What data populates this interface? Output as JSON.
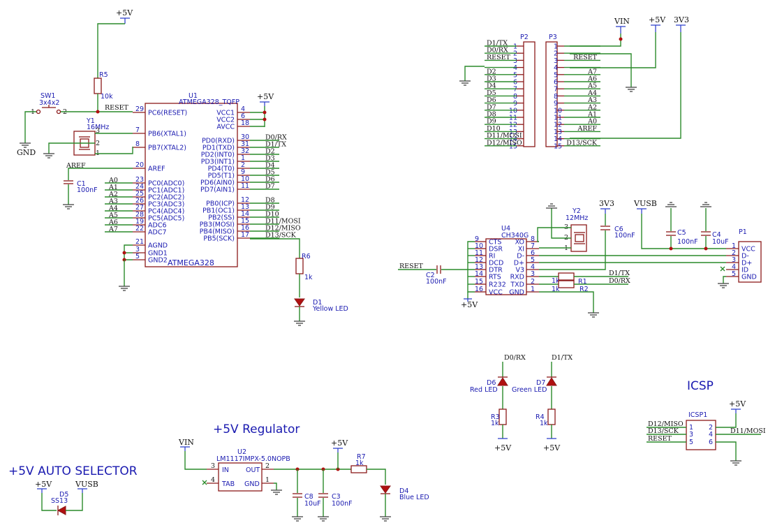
{
  "titles": {
    "auto_selector": "+5V AUTO SELECTOR",
    "regulator": "+5V Regulator",
    "icsp": "ICSP"
  },
  "power": {
    "p5v": "+5V",
    "vin": "VIN",
    "v3v3": "3V3",
    "vusb": "VUSB",
    "gnd": "GND"
  },
  "u1": {
    "ref": "U1",
    "value": "ATMEGA328_TQFP",
    "name": "ATMEGA328",
    "left_pins": [
      {
        "name": "PC6(RESET)",
        "num": "29"
      },
      {
        "name": "PB6(XTAL1)",
        "num": "7"
      },
      {
        "name": "PB7(XTAL2)",
        "num": "8"
      },
      {
        "name": "AREF",
        "num": "20"
      },
      {
        "name": "PC0(ADC0)",
        "num": "23"
      },
      {
        "name": "PC1(ADC1)",
        "num": "24"
      },
      {
        "name": "PC2(ADC2)",
        "num": "25"
      },
      {
        "name": "PC3(ADC3)",
        "num": "26"
      },
      {
        "name": "PC4(ADC4)",
        "num": "27"
      },
      {
        "name": "PC5(ADC5)",
        "num": "28"
      },
      {
        "name": "ADC6",
        "num": "19"
      },
      {
        "name": "ADC7",
        "num": "22"
      },
      {
        "name": "AGND",
        "num": "21"
      },
      {
        "name": "GND1",
        "num": "3"
      },
      {
        "name": "GND2",
        "num": "5"
      }
    ],
    "right_pins": [
      {
        "name": "VCC1",
        "num": "4",
        "net": ""
      },
      {
        "name": "VCC2",
        "num": "6",
        "net": ""
      },
      {
        "name": "AVCC",
        "num": "18",
        "net": ""
      },
      {
        "name": "PD0(RXD)",
        "num": "30",
        "net": "D0/RX"
      },
      {
        "name": "PD1(TXD)",
        "num": "31",
        "net": "D1/TX"
      },
      {
        "name": "PD2(INT0)",
        "num": "32",
        "net": "D2"
      },
      {
        "name": "PD3(INT1)",
        "num": "1",
        "net": "D3"
      },
      {
        "name": "PD4(T0)",
        "num": "2",
        "net": "D4"
      },
      {
        "name": "PD5(T1)",
        "num": "9",
        "net": "D5"
      },
      {
        "name": "PD6(AIN0)",
        "num": "10",
        "net": "D6"
      },
      {
        "name": "PD7(AIN1)",
        "num": "11",
        "net": "D7"
      },
      {
        "name": "PB0(ICP)",
        "num": "12",
        "net": "D8"
      },
      {
        "name": "PB1(OC1)",
        "num": "13",
        "net": "D9"
      },
      {
        "name": "PB2(SS)",
        "num": "14",
        "net": "D10"
      },
      {
        "name": "PB3(MOSI)",
        "num": "15",
        "net": "D11/MOSI"
      },
      {
        "name": "PB4(MISO)",
        "num": "16",
        "net": "D12/MISO"
      },
      {
        "name": "PB5(SCK)",
        "num": "17",
        "net": "D13/SCK"
      }
    ],
    "left_nets": [
      "RESET",
      "",
      "",
      "AREF",
      "A0",
      "A1",
      "A2",
      "A3",
      "A4",
      "A5",
      "A6",
      "A7"
    ]
  },
  "parts": {
    "sw1_ref": "SW1",
    "sw1_val": "3x4x2",
    "sw1_p1": "1",
    "sw1_p2": "2",
    "r5_ref": "R5",
    "r5_val": "10k",
    "y1_ref": "Y1",
    "y1_val": "16MHz",
    "y1_p3": "3",
    "y1_p2": "2",
    "y1_p1": "1",
    "c1_ref": "C1",
    "c1_val": "100nF",
    "r6_ref": "R6",
    "r6_val": "1k",
    "d1_ref": "D1",
    "d1_val": "Yellow LED",
    "u2_ref": "U2",
    "u2_val": "LM1117IMPX-5.0NOPB",
    "u2_in": "IN",
    "u2_tab": "TAB",
    "u2_out": "OUT",
    "u2_gnd": "GND",
    "u2_p3": "3",
    "u2_p4": "4",
    "u2_p2": "2",
    "u2_p1": "1",
    "c8_ref": "C8",
    "c8_val": "10uF",
    "c3_ref": "C3",
    "c3_val": "100nF",
    "r7_ref": "R7",
    "r7_val": "1k",
    "d4_ref": "D4",
    "d4_val": "Blue LED",
    "d5_ref": "D5",
    "d5_val": "SS13",
    "p2_ref": "P2",
    "p3_ref": "P3",
    "u4_ref": "U4",
    "u4_val": "CH340G",
    "y2_ref": "Y2",
    "y2_val": "12MHz",
    "y2_p3": "3",
    "y2_p2": "2",
    "y2_p1": "1",
    "c6_ref": "C6",
    "c6_val": "100nF",
    "c5_ref": "C5",
    "c5_val": "100nF",
    "c4_ref": "C4",
    "c4_val": "10uF",
    "c2_ref": "C2",
    "c2_val": "100nF",
    "r1_ref": "R1",
    "r1_val": "1k",
    "r2_ref": "R2",
    "r2_val": "1k",
    "p1_ref": "P1",
    "d6_ref": "D6",
    "d6_val": "Red LED",
    "d7_ref": "D7",
    "d7_val": "Green LED",
    "r3_ref": "R3",
    "r3_val": "1k",
    "r4_ref": "R4",
    "r4_val": "1k",
    "icsp_ref": "ICSP1"
  },
  "p2": {
    "nets": [
      "D1/TX",
      "D0/RX",
      "RESET",
      "",
      "D2",
      "D3",
      "D4",
      "D5",
      "D6",
      "D7",
      "D8",
      "D9",
      "D10",
      "D11/MOSI",
      "D12/MISO"
    ],
    "pins": [
      "1",
      "2",
      "3",
      "4",
      "5",
      "6",
      "7",
      "8",
      "9",
      "10",
      "11",
      "12",
      "13",
      "14",
      "15"
    ]
  },
  "p3": {
    "nets": [
      "",
      "",
      "RESET",
      "",
      "A7",
      "A6",
      "A5",
      "A4",
      "A3",
      "A2",
      "A1",
      "A0",
      "AREF",
      "",
      "D13/SCK"
    ],
    "pins": [
      "1",
      "2",
      "3",
      "4",
      "5",
      "6",
      "7",
      "8",
      "9",
      "10",
      "11",
      "12",
      "13",
      "14",
      "15"
    ]
  },
  "u4": {
    "left": [
      {
        "name": "CTS",
        "num": "9"
      },
      {
        "name": "DSR",
        "num": "10"
      },
      {
        "name": "RI",
        "num": "11"
      },
      {
        "name": "DCD",
        "num": "12"
      },
      {
        "name": "DTR",
        "num": "13"
      },
      {
        "name": "RTS",
        "num": "14"
      },
      {
        "name": "R232",
        "num": "15"
      },
      {
        "name": "VCC",
        "num": "16"
      }
    ],
    "right": [
      {
        "name": "XO",
        "num": "8"
      },
      {
        "name": "XI",
        "num": "7"
      },
      {
        "name": "D-",
        "num": "6"
      },
      {
        "name": "D+",
        "num": "5"
      },
      {
        "name": "V3",
        "num": "4"
      },
      {
        "name": "RXD",
        "num": "3"
      },
      {
        "name": "TXD",
        "num": "2"
      },
      {
        "name": "GND",
        "num": "1"
      }
    ],
    "reset_net": "RESET",
    "d1tx": "D1/TX",
    "d0rx": "D0/RX"
  },
  "p1": {
    "pins": [
      {
        "name": "VCC",
        "num": "1"
      },
      {
        "name": "D-",
        "num": "2"
      },
      {
        "name": "D+",
        "num": "3"
      },
      {
        "name": "ID",
        "num": "4"
      },
      {
        "name": "GND",
        "num": "5"
      }
    ]
  },
  "leds": {
    "d0rx": "D0/RX",
    "d1tx": "D1/TX"
  },
  "icsp": {
    "left_nets": [
      "D12/MISO",
      "D13/SCK",
      "RESET"
    ],
    "right_net": "D11/MOSI",
    "pins_left": [
      "1",
      "3",
      "5"
    ],
    "pins_right": [
      "2",
      "4",
      "6"
    ]
  }
}
